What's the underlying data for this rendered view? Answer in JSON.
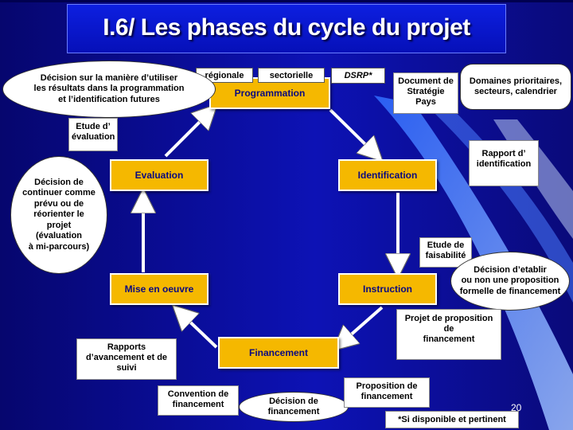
{
  "title": "I.6/ Les phases du cycle du projet",
  "phases": {
    "programmation": "Programmation",
    "identification": "Identification",
    "instruction": "Instruction",
    "financement": "Financement",
    "mise_en_oeuvre": "Mise en oeuvre",
    "evaluation": "Evaluation"
  },
  "tags": {
    "regionale": "régionale",
    "sectorielle": "sectorielle",
    "dsrp": "DSRP*"
  },
  "notes": {
    "decision_utiliser": [
      "Décision sur la manière d’utiliser",
      "les résultats dans la  programmation",
      "et l’identification futures"
    ],
    "etude_evaluation": [
      "Etude d’",
      "évaluation"
    ],
    "document_strategie": [
      "Document de",
      "Stratégie",
      "Pays"
    ],
    "domaines_prioritaires": [
      "Domaines prioritaires,",
      "secteurs, calendrier"
    ],
    "rapport_identification": [
      "Rapport d’",
      "identification"
    ],
    "decision_continuer": [
      "Décision de",
      "continuer comme",
      "prévu ou de",
      "réorienter le",
      "projet",
      "(évaluation",
      "à mi-parcours)"
    ],
    "etude_faisabilite": [
      "Etude de",
      "faisabilité"
    ],
    "decision_etablir": [
      "Décision d’etablir",
      "ou non une proposition",
      "formelle de financement"
    ],
    "projet_proposition": [
      "Projet de proposition",
      "de",
      "financement"
    ],
    "rapports_avancement": [
      "Rapports",
      "d’avancement et de",
      "suivi"
    ],
    "convention": [
      "Convention de",
      "financement"
    ],
    "decision_financement": [
      "Décision de",
      "financement"
    ],
    "proposition_financement": [
      "Proposition de",
      "financement"
    ],
    "footnote": "*Si disponible et pertinent"
  },
  "page_number": "20",
  "colors": {
    "background": "#0a0a8c",
    "phase_fill": "#f5b800",
    "phase_text": "#0a0a80",
    "accent_blue": "#3a6cff"
  }
}
